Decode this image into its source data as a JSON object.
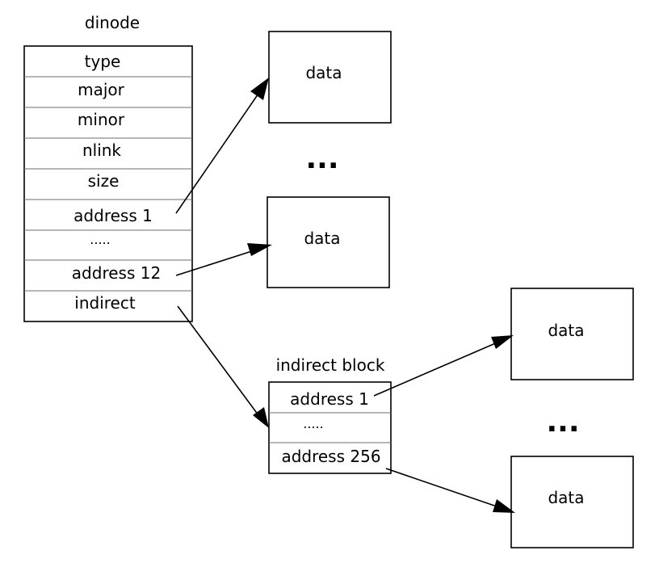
{
  "dinode": {
    "title": "dinode",
    "fields": [
      "type",
      "major",
      "minor",
      "nlink",
      "size",
      "address 1",
      ".....",
      "address 12",
      "indirect"
    ]
  },
  "direct_data": {
    "top_label": "data",
    "ellipsis": "...",
    "bottom_label": "data"
  },
  "indirect_block": {
    "title": "indirect block",
    "fields": [
      "address 1",
      ".....",
      "address 256"
    ]
  },
  "indirect_data": {
    "top_label": "data",
    "ellipsis": "...",
    "bottom_label": "data"
  }
}
